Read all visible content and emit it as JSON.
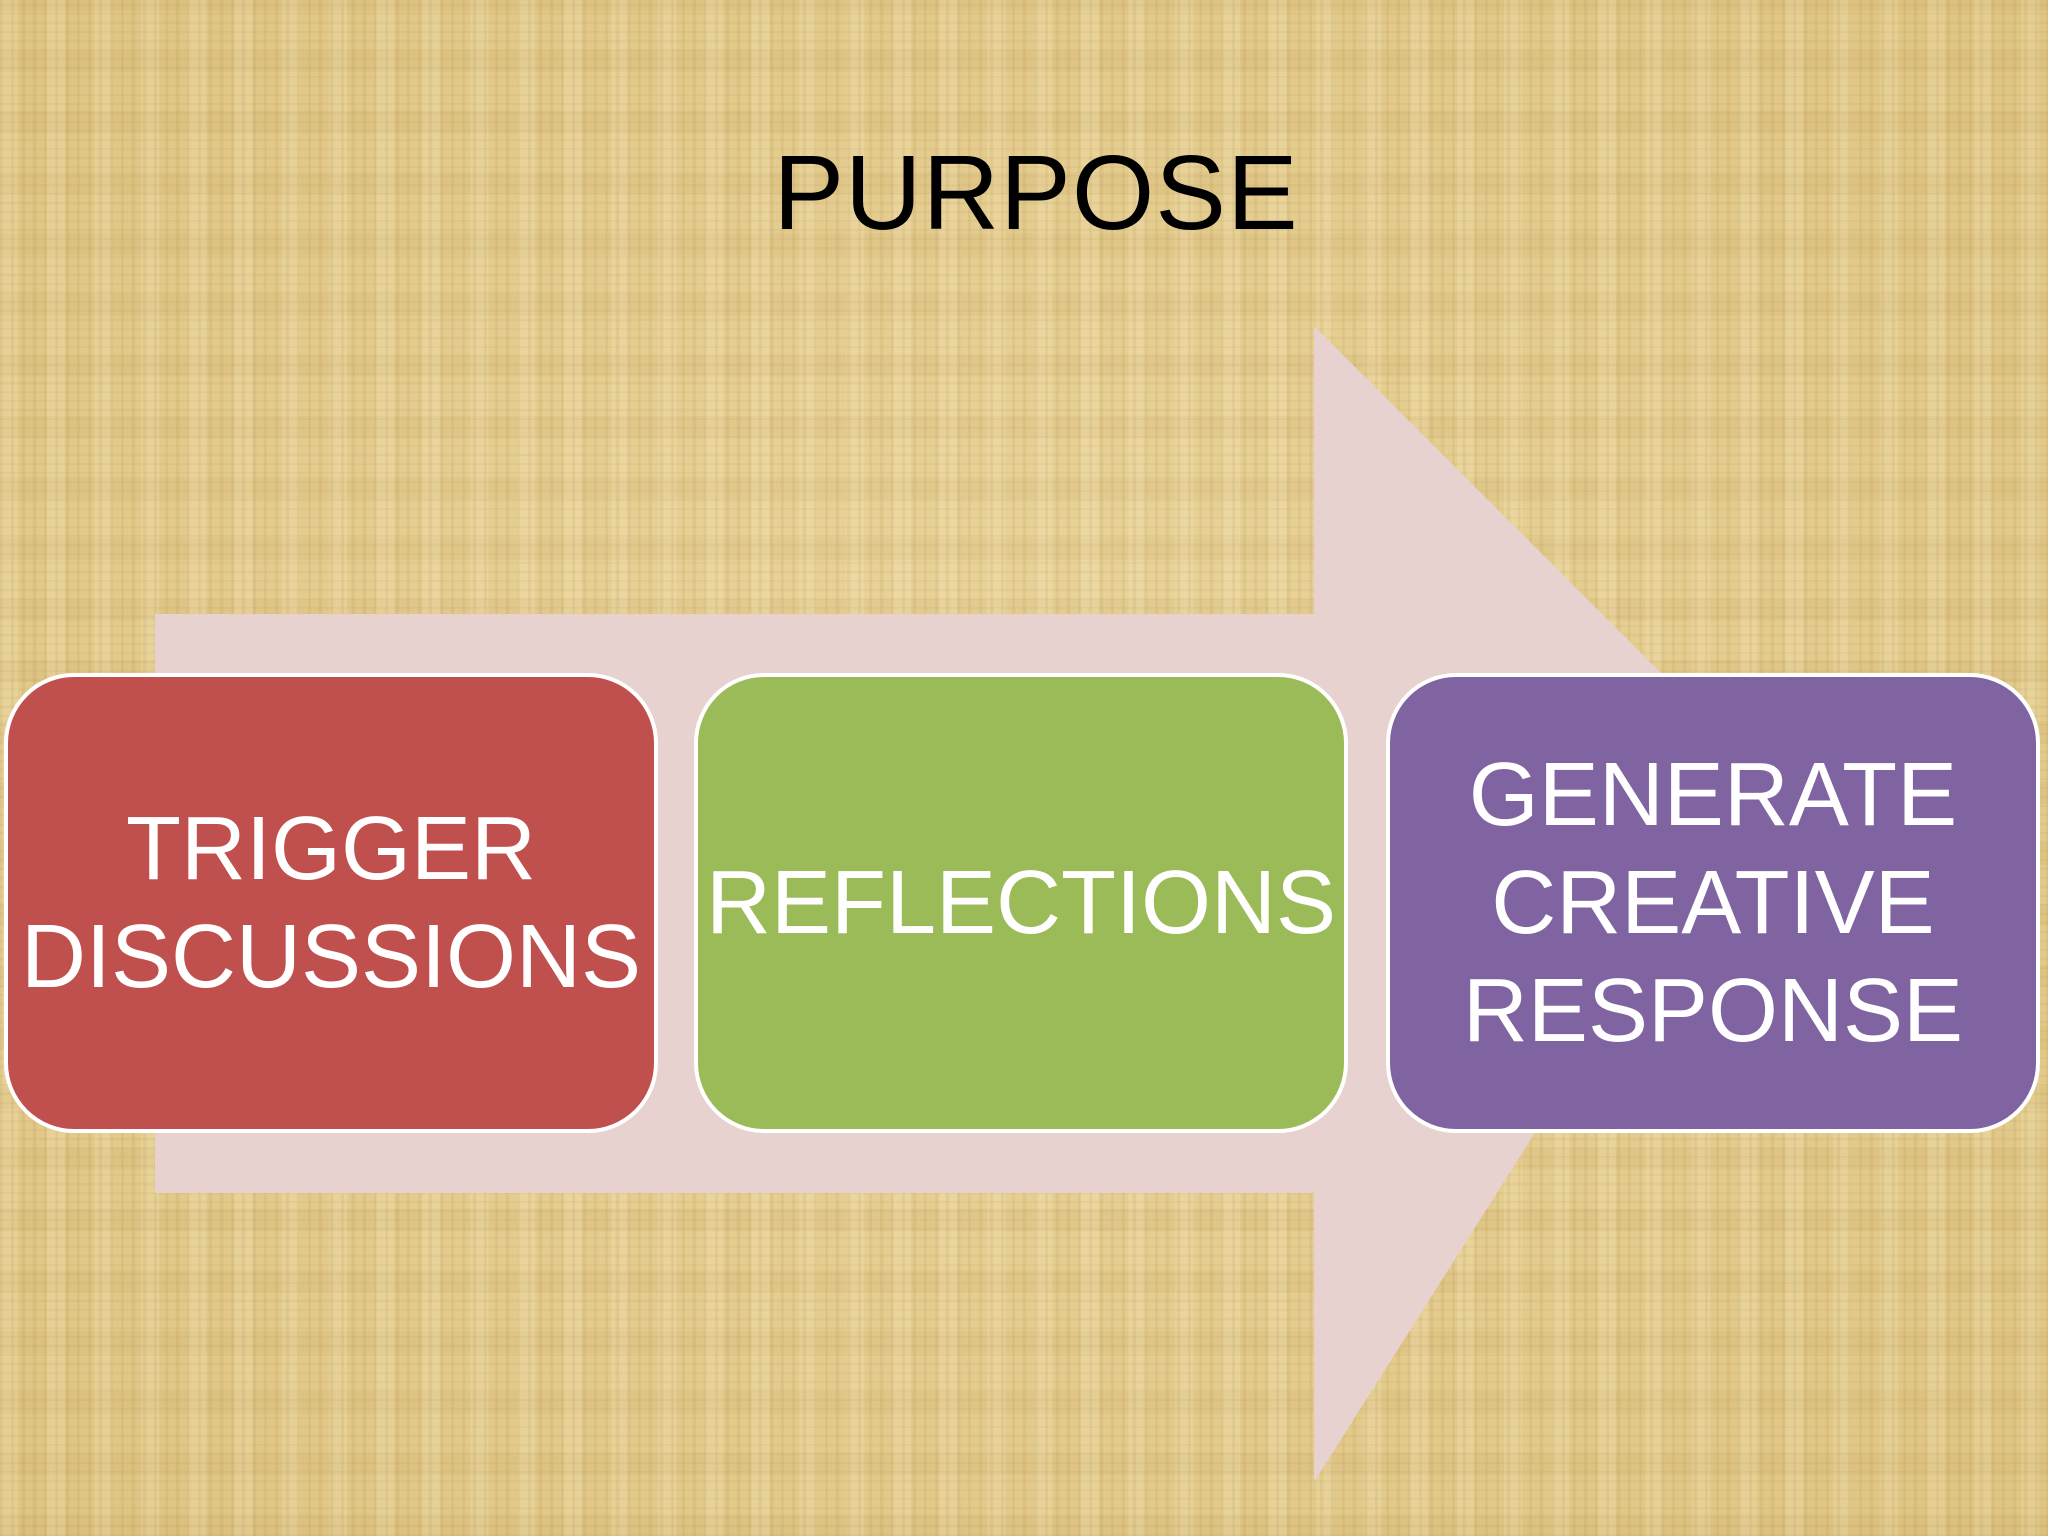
{
  "slide": {
    "title": "PURPOSE"
  },
  "flow": {
    "arrow_color": "#e8d2d0",
    "steps": [
      {
        "label": "TRIGGER\nDISCUSSIONS",
        "color": "#c0504d"
      },
      {
        "label": "REFLECTIONS",
        "color": "#9bbb59"
      },
      {
        "label": "GENERATE\nCREATIVE\nRESPONSE",
        "color": "#8064a2"
      }
    ]
  }
}
